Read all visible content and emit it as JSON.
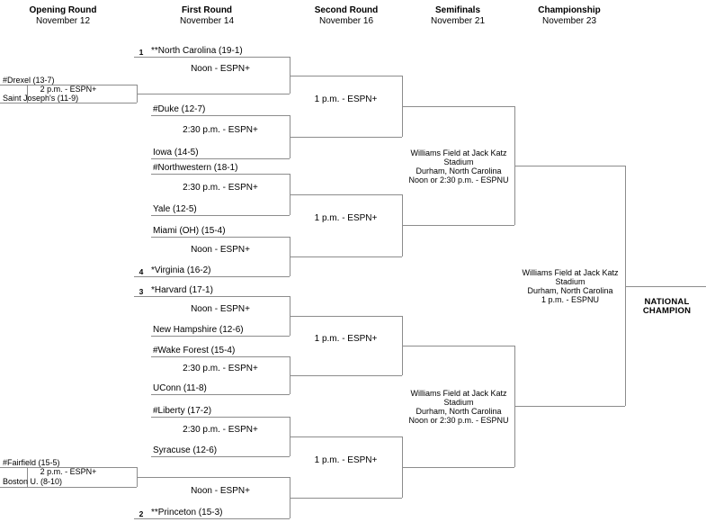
{
  "columns": [
    {
      "label": "Opening Round",
      "date": "November 12"
    },
    {
      "label": "First Round",
      "date": "November 14"
    },
    {
      "label": "Second Round",
      "date": "November 16"
    },
    {
      "label": "Semifinals",
      "date": "November 21"
    },
    {
      "label": "Championship",
      "date": "November 23"
    }
  ],
  "opening_round": {
    "games": [
      {
        "team_top": "#Drexel (13-7)",
        "time": "2 p.m. - ESPN+",
        "team_bottom": "Saint Joseph's (11-9)"
      },
      {
        "team_top": "#Fairfield (15-5)",
        "time": "2 p.m. - ESPN+",
        "team_bottom": "Boston U. (8-10)"
      }
    ]
  },
  "first_round": {
    "games": [
      {
        "seed": "1",
        "team_top": "**North Carolina (19-1)",
        "time": "Noon - ESPN+"
      },
      {
        "team_top": "#Duke (12-7)",
        "time": "2:30 p.m. - ESPN+",
        "team_bottom": "Iowa (14-5)"
      },
      {
        "team_top": "#Northwestern (18-1)",
        "time": "2:30 p.m. - ESPN+",
        "team_bottom": "Yale (12-5)"
      },
      {
        "team_top": "Miami (OH) (15-4)",
        "time": "Noon - ESPN+",
        "seed": "4",
        "team_bottom": "*Virginia (16-2)"
      },
      {
        "seed": "3",
        "team_top": "*Harvard (17-1)",
        "time": "Noon - ESPN+",
        "team_bottom": "New Hampshire (12-6)"
      },
      {
        "team_top": "#Wake Forest (15-4)",
        "time": "2:30 p.m. - ESPN+",
        "team_bottom": "UConn (11-8)"
      },
      {
        "team_top": "#Liberty (17-2)",
        "time": "2:30 p.m. - ESPN+",
        "team_bottom": "Syracuse (12-6)"
      },
      {
        "time": "Noon - ESPN+",
        "seed": "2",
        "team_bottom": "**Princeton (15-3)"
      }
    ]
  },
  "second_round": {
    "games": [
      {
        "time": "1 p.m. - ESPN+"
      },
      {
        "time": "1 p.m. - ESPN+"
      },
      {
        "time": "1 p.m. - ESPN+"
      },
      {
        "time": "1 p.m. - ESPN+"
      }
    ]
  },
  "semifinals": {
    "venue_lines": [
      "Williams Field at Jack Katz",
      "Stadium",
      "Durham, North Carolina",
      "Noon or 2:30 p.m. - ESPNU"
    ]
  },
  "championship": {
    "venue_lines": [
      "Williams Field at Jack Katz",
      "Stadium",
      "Durham, North Carolina",
      "1 p.m. - ESPNU"
    ]
  },
  "champion": {
    "label_lines": [
      "NATIONAL",
      "CHAMPION"
    ]
  }
}
